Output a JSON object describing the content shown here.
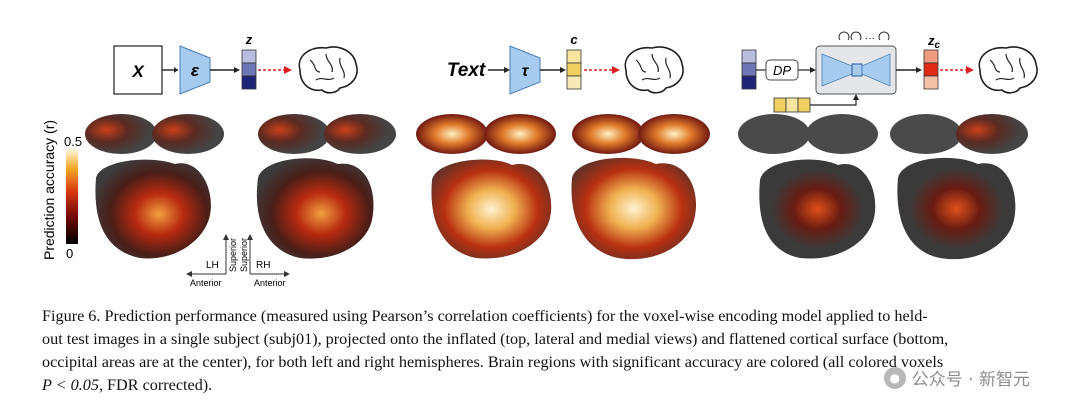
{
  "panels": {
    "image": {
      "input_label": "X",
      "encoder_label": "ε",
      "latent_label": "z"
    },
    "text": {
      "input_label": "Text",
      "encoder_label": "τ",
      "latent_label": "c"
    },
    "combined": {
      "dp_label": "DP",
      "latent_label": "z",
      "latent_sub": "c"
    }
  },
  "colorbar": {
    "label": "Prediction accuracy (r)",
    "max": "0.5",
    "min": "0"
  },
  "orientation": {
    "left_hemi": "LH",
    "right_hemi": "RH",
    "superior": "Superior",
    "anterior": "Anterior"
  },
  "caption": {
    "line1": "Figure 6. Prediction performance (measured using Pearson’s correlation coefficients) for the voxel-wise encoding model applied to held-",
    "line2": "out test images in a single subject (subj01), projected onto the inflated (top, lateral and medial views) and flattened cortical surface (bottom,",
    "line3": "occipital areas are at the center), for both left and right hemispheres. Brain regions with significant accuracy are colored (all colored voxels",
    "line4_math": "P < 0.05",
    "line4_rest": ", FDR corrected)."
  },
  "watermark": {
    "text": "公众号 · 新智元"
  }
}
